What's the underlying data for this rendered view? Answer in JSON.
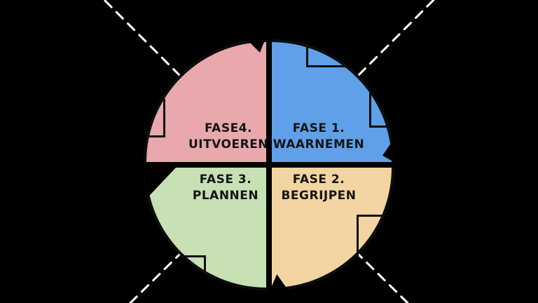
{
  "canvas": {
    "background_color": "#000000",
    "dash_line_color": "#ffffff",
    "outline_color": "#0d0d0d",
    "label_color": "#151515"
  },
  "cycle_diagram": {
    "phases": [
      {
        "number": "FASE 1.",
        "name": "WAARNEMEN",
        "color": "#5fa0e8",
        "position": "top-right"
      },
      {
        "number": "FASE 2.",
        "name": "BEGRIJPEN",
        "color": "#f2d5a2",
        "position": "bottom-right"
      },
      {
        "number": "FASE 3.",
        "name": "PLANNEN",
        "color": "#c7e0b4",
        "position": "bottom-left"
      },
      {
        "number": "FASE4.",
        "name": "UITVOEREN",
        "color": "#e8a8ac",
        "position": "top-left"
      }
    ]
  }
}
